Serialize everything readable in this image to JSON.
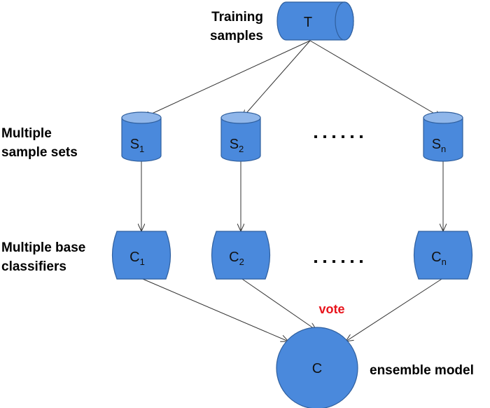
{
  "labels": {
    "training_line1": "Training",
    "training_line2": "samples",
    "sample_sets_line1": "Multiple",
    "sample_sets_line2": "sample sets",
    "classifiers_line1": "Multiple base",
    "classifiers_line2": "classifiers",
    "ensemble": "ensemble model",
    "vote": "vote",
    "ellipsis": "......"
  },
  "nodes": {
    "training": {
      "main": "T"
    },
    "samples": [
      {
        "main": "S",
        "sub": "1"
      },
      {
        "main": "S",
        "sub": "2"
      },
      {
        "main": "S",
        "sub": "n"
      }
    ],
    "classifiers": [
      {
        "main": "C",
        "sub": "1"
      },
      {
        "main": "C",
        "sub": "2"
      },
      {
        "main": "C",
        "sub": "n"
      }
    ],
    "ensemble": {
      "main": "C"
    }
  },
  "colors": {
    "node_fill": "#4a89dc",
    "node_top": "#8fb6ea",
    "vote_text": "#e8141c"
  }
}
